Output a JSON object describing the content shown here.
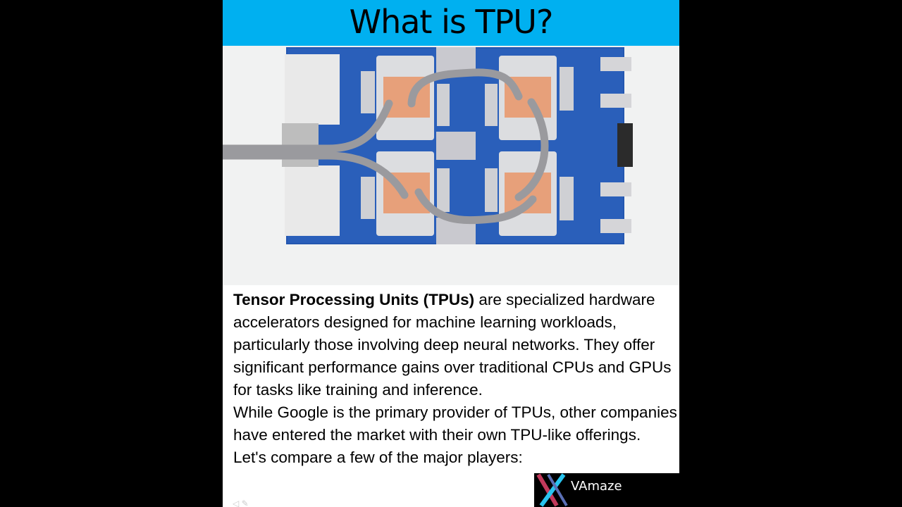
{
  "slide": {
    "title": "What is TPU?",
    "image_alt": "TPU board with four copper-plated chips and liquid-cooling tubes",
    "paragraph1": {
      "bold": "Tensor Processing Units (TPUs)",
      "rest": " are specialized hardware accelerators designed for machine learning workloads, particularly those involving deep neural networks. They offer significant performance gains over traditional CPUs and GPUs for tasks like training and inference."
    },
    "paragraph2": "While Google is the primary provider of TPUs, other companies have entered the market with their own TPU-like offerings. Let's compare a few of the major players:",
    "brand": {
      "name": "VAmaze",
      "logo": "vamaze-x-logo"
    },
    "colors": {
      "header": "#00b0f0",
      "board": "#1f4fa8",
      "copper": "#e7a07a",
      "background": "#000000"
    }
  }
}
